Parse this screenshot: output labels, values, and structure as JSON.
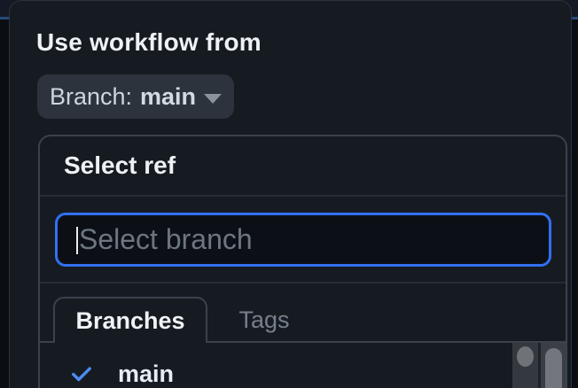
{
  "popover": {
    "title": "Use workflow from"
  },
  "branch_button": {
    "prefix": "Branch:",
    "value": "main",
    "icon": "caret-down-icon"
  },
  "ref_selector": {
    "title": "Select ref",
    "search": {
      "placeholder": "Select branch",
      "value": ""
    },
    "tabs": [
      {
        "label": "Branches",
        "active": true
      },
      {
        "label": "Tags",
        "active": false
      }
    ],
    "list": [
      {
        "label": "main",
        "selected": true,
        "icon": "check-icon"
      }
    ]
  },
  "colors": {
    "focus_accent": "#3270f1",
    "check_accent": "#4b8bf2",
    "page_accent_line": "#264a7d",
    "overlay_bg": "#161b22",
    "input_bg": "#0c1016"
  }
}
